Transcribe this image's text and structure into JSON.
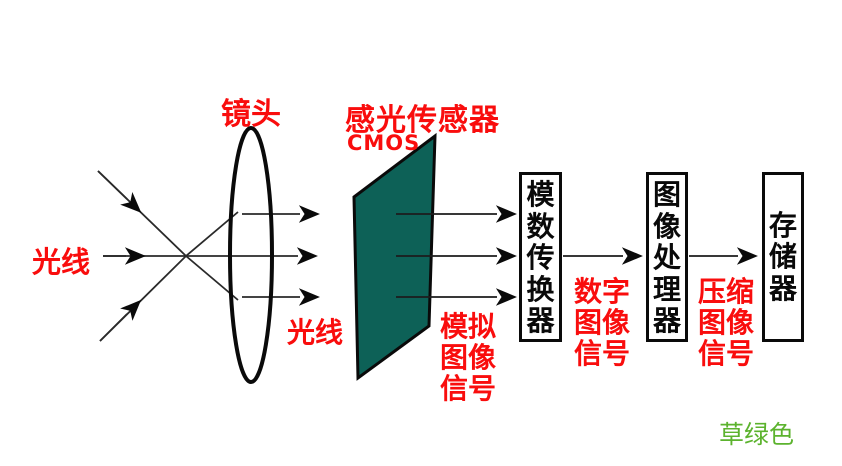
{
  "diagram": {
    "title_implicit": "camera image capture pipeline",
    "colors": {
      "label_red": "#f90d0d",
      "sensor_teal": "#0d6157",
      "note_green": "#5cb32e",
      "line_black": "#1c1c1c"
    },
    "labels": {
      "lens": "镜头",
      "sensor": "感光传感器",
      "sensor_type": "CMOS",
      "light_left": "光线",
      "light_bottom": "光线",
      "analog_signal": "模拟图像信号",
      "digital_signal": "数字图像信号",
      "compressed_signal": "压缩图像信号",
      "color_note": "草绿色"
    },
    "boxes": [
      {
        "id": "adc",
        "label": "模数传换器"
      },
      {
        "id": "image-processor",
        "label": "图像处理器"
      },
      {
        "id": "storage",
        "label": "存储器"
      }
    ]
  }
}
